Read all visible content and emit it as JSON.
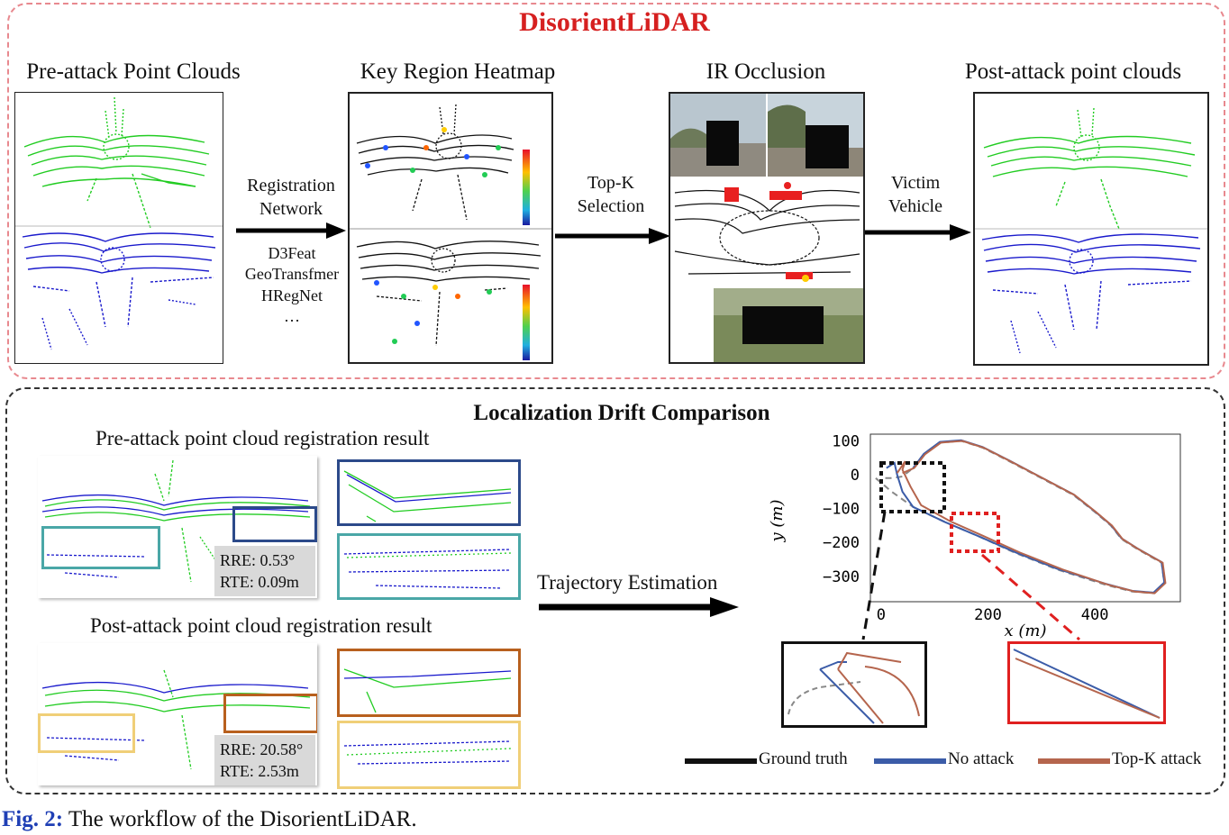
{
  "top_panel": {
    "title": "DisorientLiDAR",
    "stages": {
      "pre_attack": "Pre-attack Point Clouds",
      "heatmap": "Key Region Heatmap",
      "occlusion": "IR Occlusion",
      "post_attack": "Post-attack point clouds"
    },
    "arrows": {
      "registration_line1": "Registration",
      "registration_line2": "Network",
      "methods": [
        "D3Feat",
        "GeoTransfmer",
        "HRegNet",
        "…"
      ],
      "topk_line1": "Top-K",
      "topk_line2": "Selection",
      "victim_line1": "Victim",
      "victim_line2": "Vehicle"
    }
  },
  "bottom_panel": {
    "title": "Localization Drift Comparison",
    "pre_result_title": "Pre-attack point cloud registration result",
    "post_result_title": "Post-attack point cloud registration result",
    "pre_metrics": {
      "rre": "RRE: 0.53°",
      "rte": "RTE: 0.09m"
    },
    "post_metrics": {
      "rre": "RRE: 20.58°",
      "rte": "RTE: 2.53m"
    },
    "trajectory_label": "Trajectory Estimation"
  },
  "colors": {
    "green_cloud": "#22cc22",
    "blue_cloud": "#1a1acc",
    "ground_truth": "#888888",
    "no_attack": "#3b5ca8",
    "topk_attack": "#b5654d",
    "zoom_black": "#111111",
    "zoom_red": "#e02020",
    "box_blue": "#2c4a8a",
    "box_teal": "#4aa7a7",
    "box_orange": "#b8601e",
    "box_yellow": "#f0cf78"
  },
  "chart_data": {
    "type": "line",
    "xlabel": "x (m)",
    "ylabel": "y (m)",
    "xticks": [
      0,
      200,
      400
    ],
    "yticks": [
      100,
      0,
      -100,
      -200,
      -300
    ],
    "xlim": [
      -20,
      560
    ],
    "ylim": [
      -375,
      120
    ],
    "legend": [
      "Ground truth",
      "No attack",
      "Top-K attack"
    ],
    "series": [
      {
        "name": "Ground truth",
        "x": [
          -10,
          20,
          60,
          120,
          180,
          250,
          330,
          420,
          470,
          510,
          530,
          525,
          480,
          450,
          430,
          400,
          360,
          300,
          240,
          190,
          150,
          110,
          80,
          60,
          40,
          20,
          0
        ],
        "y": [
          -10,
          -50,
          -95,
          -140,
          -180,
          -230,
          -280,
          -325,
          -345,
          -350,
          -320,
          -260,
          -220,
          -190,
          -150,
          -110,
          -60,
          -10,
          40,
          80,
          100,
          95,
          60,
          20,
          -5,
          -10,
          -10
        ]
      },
      {
        "name": "No attack",
        "x": [
          10,
          25,
          30,
          40,
          60,
          120,
          180,
          250,
          330,
          420,
          470,
          510,
          530,
          525,
          480,
          450,
          430,
          400,
          360,
          300,
          240,
          190,
          150,
          110,
          80,
          60
        ],
        "y": [
          20,
          35,
          0,
          -50,
          -95,
          -140,
          -180,
          -228,
          -278,
          -322,
          -343,
          -348,
          -318,
          -258,
          -218,
          -188,
          -148,
          -108,
          -58,
          -8,
          42,
          82,
          102,
          97,
          62,
          20
        ]
      },
      {
        "name": "Top-K attack",
        "x": [
          30,
          45,
          40,
          55,
          75,
          130,
          190,
          260,
          340,
          425,
          475,
          512,
          532,
          527,
          482,
          452,
          432,
          402,
          362,
          302,
          242,
          192,
          152,
          112,
          82,
          62,
          40
        ],
        "y": [
          5,
          40,
          15,
          -35,
          -90,
          -138,
          -180,
          -230,
          -280,
          -325,
          -345,
          -350,
          -320,
          -260,
          -220,
          -190,
          -150,
          -110,
          -60,
          -10,
          40,
          80,
          100,
          95,
          60,
          20,
          5
        ]
      }
    ]
  },
  "caption": {
    "label": "Fig. 2:",
    "text": " The workflow of the DisorientLiDAR."
  }
}
